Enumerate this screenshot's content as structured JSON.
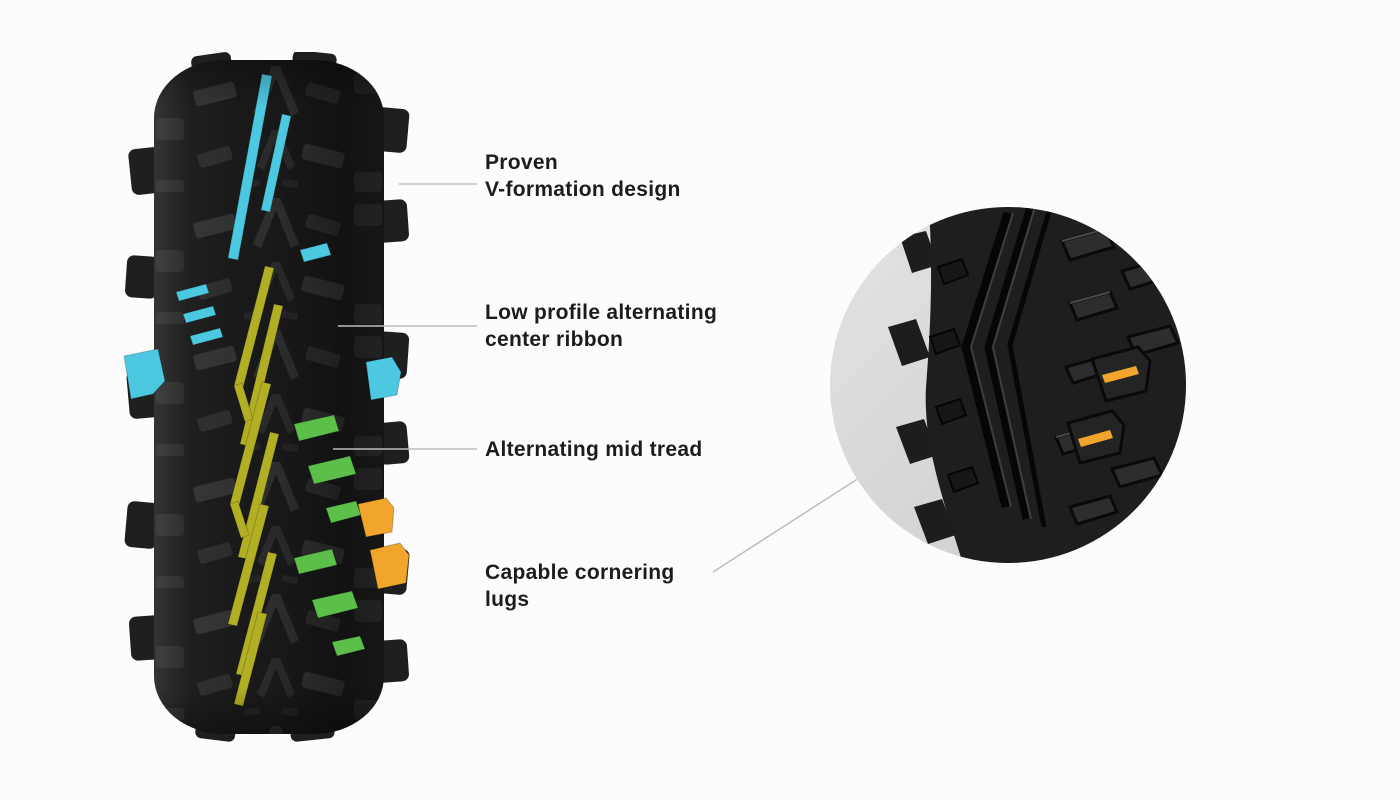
{
  "annotations": [
    {
      "id": "v-formation",
      "line1": "Proven",
      "line2": "V-formation design"
    },
    {
      "id": "center-ribbon",
      "line1": "Low profile alternating",
      "line2": "center ribbon"
    },
    {
      "id": "mid-tread",
      "line1": "Alternating mid tread",
      "line2": ""
    },
    {
      "id": "cornering-lugs",
      "line1": "Capable cornering",
      "line2": "lugs"
    }
  ],
  "colors": {
    "cyan": "#4cc8e0",
    "olive": "#b2af25",
    "green": "#5cbf4a",
    "orange": "#f2a52d",
    "leader": "#bdbdbd",
    "text": "#1c1c1c",
    "tire": "#191919",
    "detail_bg": "#d7d7d7",
    "background": "#fcfcfc"
  }
}
